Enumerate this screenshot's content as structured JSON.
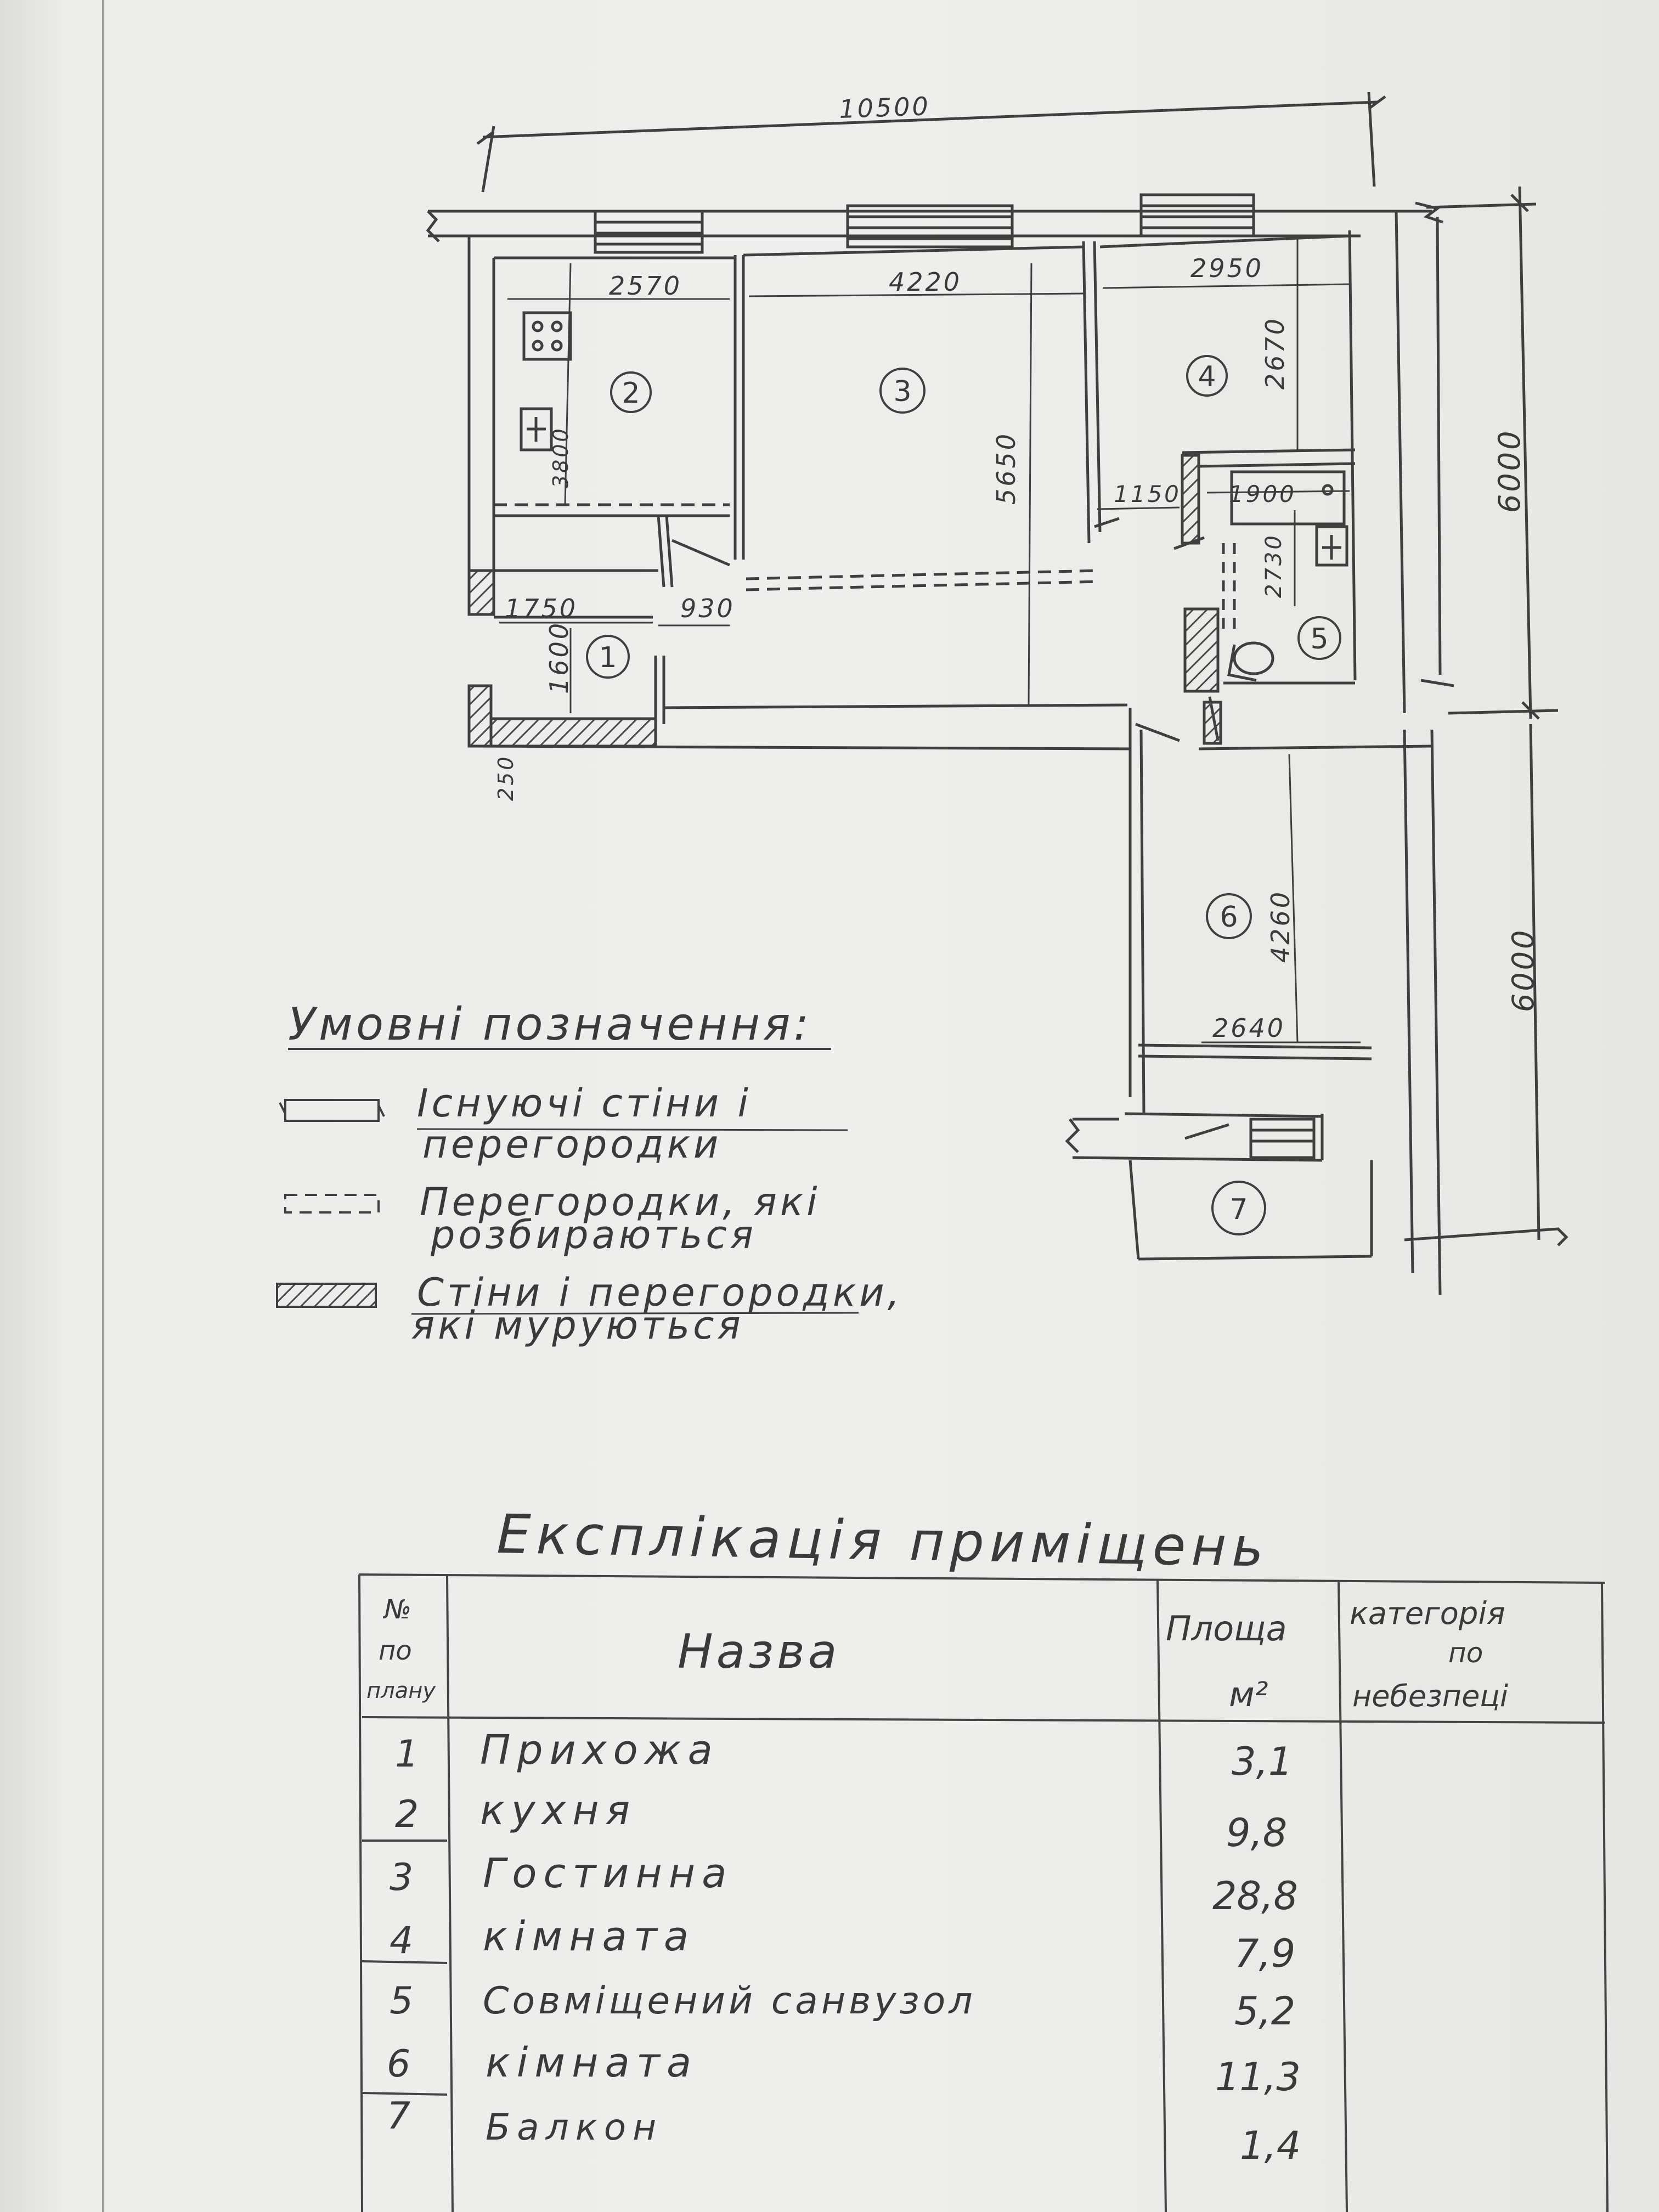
{
  "plan": {
    "overall_width": "10500",
    "overall_depth_upper": "6000",
    "overall_depth_lower": "6000",
    "wall_thickness": "250",
    "dims": {
      "kitchen_width": "2570",
      "living_width": "4220",
      "room4_width": "2950",
      "room4_depth": "2670",
      "kitchen_depth": "3800",
      "living_depth": "5650",
      "corridor_offset": "1150",
      "bath_width": "1900",
      "bath_depth": "2730",
      "hall_width": "1750",
      "door_gap": "930",
      "hall_depth": "1600",
      "room6_depth": "4260",
      "room6_width": "2640"
    },
    "room_numbers": [
      "1",
      "2",
      "3",
      "4",
      "5",
      "6",
      "7"
    ]
  },
  "legend": {
    "title": "Умовні позначення:",
    "items": [
      {
        "line1": "Існуючі стіни і",
        "line2": "перегородки",
        "symbol": "existing-wall"
      },
      {
        "line1": "Перегородки, які",
        "line2": "розбираються",
        "symbol": "dashed-partition"
      },
      {
        "line1": "Стіни і перегородки,",
        "line2": "які муруються",
        "symbol": "hatched-wall"
      }
    ]
  },
  "explication": {
    "title": "Експлікація приміщень",
    "headers": {
      "num_line1": "№",
      "num_line2": "по",
      "num_line3": "плану",
      "name": "Назва",
      "area_line1": "Площа",
      "area_line2": "м²",
      "category_line1": "категорія",
      "category_line2": "по",
      "category_line3": "небезпеці"
    },
    "rows": [
      {
        "num": "1",
        "name": "Прихожа",
        "area": "3,1"
      },
      {
        "num": "2",
        "name": "кухня",
        "area": "9,8"
      },
      {
        "num": "3",
        "name": "Гостинна",
        "area": "28,8"
      },
      {
        "num": "4",
        "name": "кімната",
        "area": "7,9"
      },
      {
        "num": "5",
        "name": "Совміщений санвузол",
        "area": "5,2"
      },
      {
        "num": "6",
        "name": "кімната",
        "area": "11,3"
      },
      {
        "num": "7",
        "name": "Балкон",
        "area": "1,4"
      }
    ]
  },
  "colors": {
    "ink": "#3a3a3a",
    "paper": "#ececea",
    "hatch": "#4a4a4a"
  }
}
